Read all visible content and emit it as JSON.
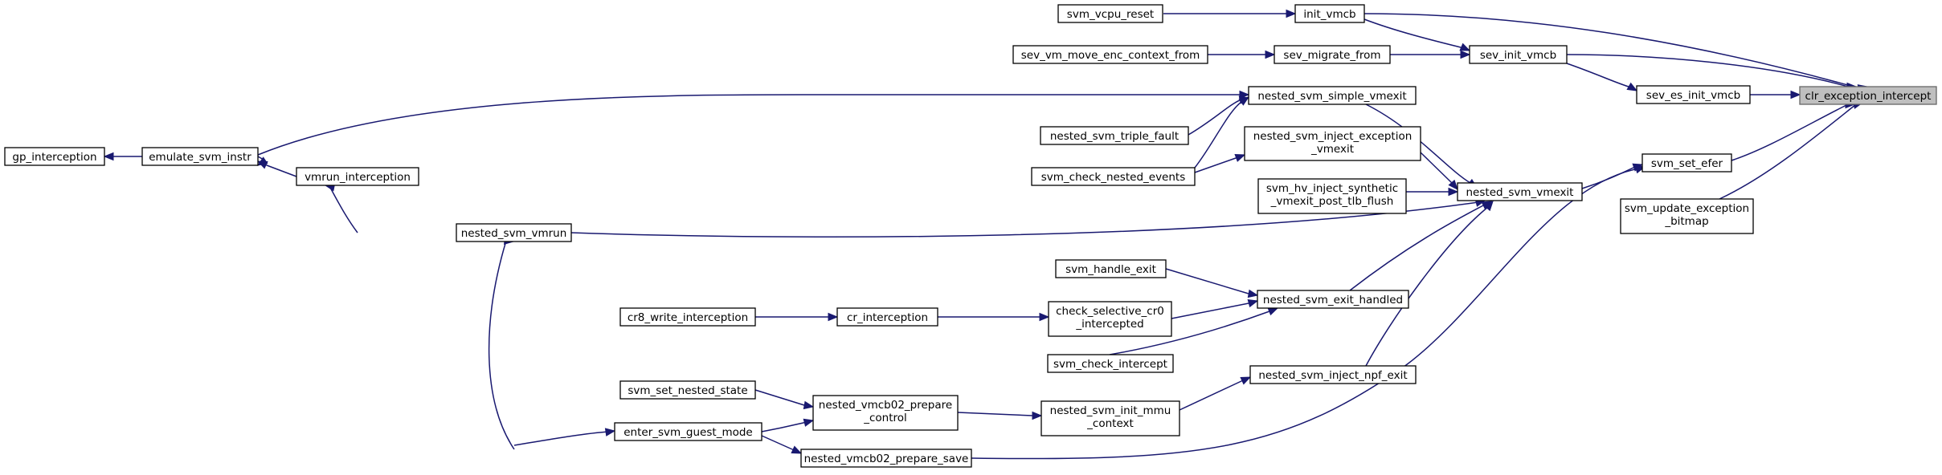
{
  "nodes": {
    "clr": [
      "clr_exception_intercept"
    ],
    "init_vmcb": [
      "init_vmcb"
    ],
    "svm_vcpu_reset": [
      "svm_vcpu_reset"
    ],
    "sev_init_vmcb": [
      "sev_init_vmcb"
    ],
    "sev_migrate_from": [
      "sev_migrate_from"
    ],
    "sev_vm_move": [
      "sev_vm_move_enc_context_from"
    ],
    "sev_es_init_vmcb": [
      "sev_es_init_vmcb"
    ],
    "nested_svm_simple_vmexit": [
      "nested_svm_simple_vmexit"
    ],
    "emulate_svm_instr": [
      "emulate_svm_instr"
    ],
    "gp_interception": [
      "gp_interception"
    ],
    "nested_svm_triple_fault": [
      "nested_svm_triple_fault"
    ],
    "svm_check_nested_events": [
      "svm_check_nested_events"
    ],
    "nested_svm_inject_exception_vmexit": [
      "nested_svm_inject_exception",
      "_vmexit"
    ],
    "nested_svm_vmexit": [
      "nested_svm_vmexit"
    ],
    "svm_hv_inject": [
      "svm_hv_inject_synthetic",
      "_vmexit_post_tlb_flush"
    ],
    "vmrun_interception": [
      "vmrun_interception"
    ],
    "nested_svm_vmrun": [
      "nested_svm_vmrun"
    ],
    "svm_set_efer": [
      "svm_set_efer"
    ],
    "svm_update_exception_bitmap": [
      "svm_update_exception",
      "_bitmap"
    ],
    "svm_handle_exit": [
      "svm_handle_exit"
    ],
    "nested_svm_exit_handled": [
      "nested_svm_exit_handled"
    ],
    "check_selective_cr0": [
      "check_selective_cr0",
      "_intercepted"
    ],
    "cr_interception": [
      "cr_interception"
    ],
    "cr8_write_interception": [
      "cr8_write_interception"
    ],
    "svm_check_intercept": [
      "svm_check_intercept"
    ],
    "nested_svm_inject_npf_exit": [
      "nested_svm_inject_npf_exit"
    ],
    "svm_set_nested_state": [
      "svm_set_nested_state"
    ],
    "nested_vmcb02_prepare_control": [
      "nested_vmcb02_prepare",
      "_control"
    ],
    "nested_svm_init_mmu_context": [
      "nested_svm_init_mmu",
      "_context"
    ],
    "enter_svm_guest_mode": [
      "enter_svm_guest_mode"
    ],
    "nested_vmcb02_prepare_save": [
      "nested_vmcb02_prepare_save"
    ]
  }
}
